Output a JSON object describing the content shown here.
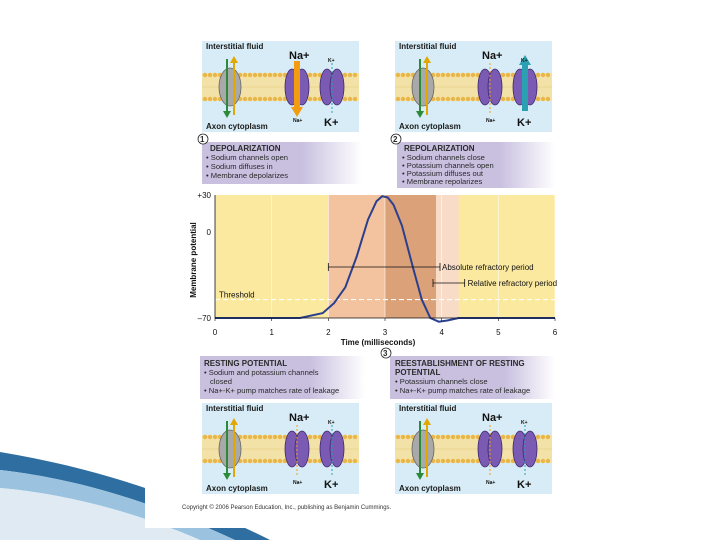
{
  "panels": [
    {
      "top_label": "Interstitial fluid",
      "bottom_label": "Axon cytoplasm",
      "na_label": "Na+",
      "na_small": "Na+",
      "k_label": "K+",
      "k_small": "K+"
    },
    {
      "top_label": "Interstitial fluid",
      "bottom_label": "Axon cytoplasm",
      "na_label": "Na+",
      "na_small": "Na+",
      "k_label": "K+",
      "k_small": "K+"
    },
    {
      "top_label": "Interstitial fluid",
      "bottom_label": "Axon cytoplasm",
      "na_label": "Na+",
      "na_small": "Na+",
      "k_label": "K+",
      "k_small": "K+"
    },
    {
      "top_label": "Interstitial fluid",
      "bottom_label": "Axon cytoplasm",
      "na_label": "Na+",
      "na_small": "Na+",
      "k_label": "K+",
      "k_small": "K+"
    }
  ],
  "phases": [
    {
      "number": "1",
      "title": "DEPOLARIZATION",
      "lines": [
        "• Sodium channels open",
        "• Sodium diffuses in",
        "• Membrane depolarizes"
      ]
    },
    {
      "number": "2",
      "title": "REPOLARIZATION",
      "lines": [
        "• Sodium channels close",
        "• Potassium channels open",
        "• Potassium diffuses out",
        "• Membrane repolarizes"
      ]
    },
    {
      "number": "",
      "title": "RESTING POTENTIAL",
      "lines": [
        "• Sodium and potassium channels",
        "closed",
        "• Na+-K+ pump matches rate of leakage"
      ]
    },
    {
      "number": "3",
      "title": "REESTABLISHMENT OF RESTING",
      "title2": "POTENTIAL",
      "lines": [
        "• Potassium channels close",
        "• Na+-K+ pump matches rate of leakage"
      ]
    }
  ],
  "chart_data": {
    "type": "line",
    "xlabel": "Time (milliseconds)",
    "ylabel": "Membrane potential",
    "xlim": [
      0,
      6
    ],
    "ylim": [
      -70,
      30
    ],
    "x_ticks": [
      "0",
      "1",
      "2",
      "3",
      "4",
      "5",
      "6"
    ],
    "y_ticks": [
      "+30",
      "0",
      "–70"
    ],
    "threshold_label": "Threshold",
    "threshold_value": -55,
    "absolute_refractory_label": "Absolute refractory period",
    "absolute_refractory_range": [
      2.0,
      3.9
    ],
    "relative_refractory_label": "Relative refractory period",
    "relative_refractory_range": [
      3.9,
      4.3
    ],
    "x": [
      0,
      0.5,
      1.0,
      1.5,
      1.9,
      2.1,
      2.3,
      2.5,
      2.7,
      2.85,
      2.95,
      3.05,
      3.15,
      3.3,
      3.5,
      3.65,
      3.8,
      3.95,
      4.1,
      4.3,
      4.6,
      5.0,
      5.5,
      6.0
    ],
    "y": [
      -70,
      -70,
      -70,
      -70,
      -66,
      -58,
      -45,
      -20,
      10,
      25,
      29,
      28,
      22,
      5,
      -30,
      -55,
      -70,
      -73,
      -72,
      -70,
      -70,
      -70,
      -70,
      -70
    ]
  },
  "copyright": "Copyright © 2006 Pearson Education, Inc., publishing as Benjamin Cummings.",
  "colors": {
    "yellow": "#fbe9a0",
    "peach": "#f5c7a3",
    "salmon": "#e0a27c",
    "box": "#c9c0e0",
    "curve": "#2a3f8f"
  }
}
